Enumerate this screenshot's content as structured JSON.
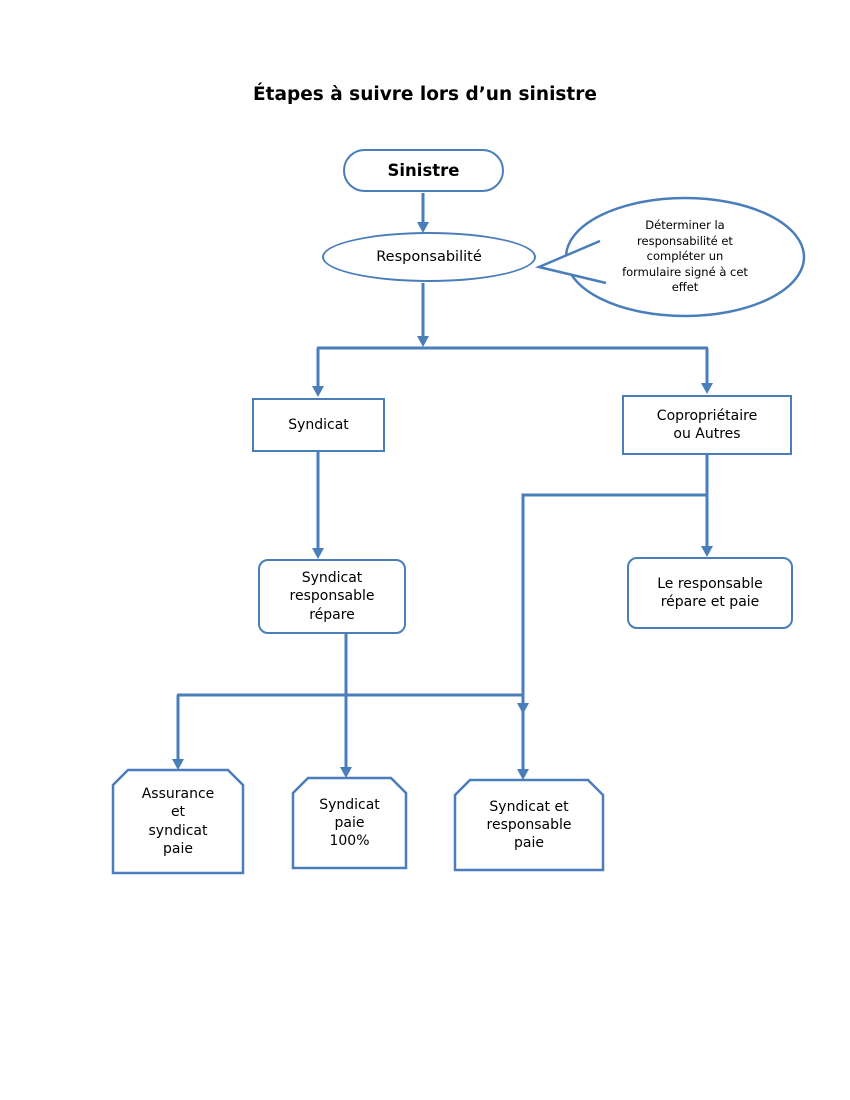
{
  "colors": {
    "accent": "#4a7ebb",
    "text": "#000000",
    "background": "#ffffff"
  },
  "title": "Étapes à suivre lors d’un sinistre",
  "nodes": {
    "sinistre": {
      "label": "Sinistre"
    },
    "responsabilite": {
      "label": "Responsabilité"
    },
    "callout": {
      "label": "Déterminer la\nresponsabilité et\ncompléter un\nformulaire signé à cet\neffet"
    },
    "syndicat": {
      "label": "Syndicat"
    },
    "coproprietaire": {
      "label": "Copropriétaire\nou Autres"
    },
    "syndicat_responsable": {
      "label": "Syndicat\nresponsable\nrépare"
    },
    "le_responsable": {
      "label": "Le responsable\nrépare et paie"
    },
    "assurance": {
      "label": "Assurance\net\nsyndicat\npaie"
    },
    "syndicat_100": {
      "label": "Syndicat\npaie\n100%"
    },
    "syndicat_et_responsable": {
      "label": "Syndicat et\nresponsable\npaie"
    }
  }
}
